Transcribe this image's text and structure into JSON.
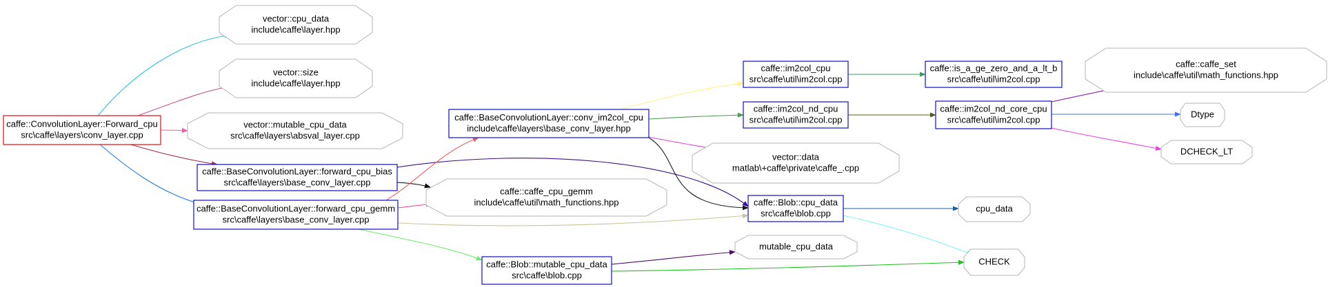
{
  "nodes": [
    {
      "id": "forward_cpu",
      "shape": "box",
      "color": "#e41a1c",
      "lines": [
        "caffe::ConvolutionLayer::Forward_cpu",
        "src\\caffe\\layers\\conv_layer.cpp"
      ]
    },
    {
      "id": "v_cpu_data",
      "shape": "oct",
      "color": "#b5b5b5",
      "lines": [
        "vector::cpu_data",
        "include\\caffe\\layer.hpp"
      ]
    },
    {
      "id": "v_size",
      "shape": "oct",
      "color": "#b5b5b5",
      "lines": [
        "vector::size",
        "include\\caffe\\layer.hpp"
      ]
    },
    {
      "id": "v_mutable",
      "shape": "oct",
      "color": "#b5b5b5",
      "lines": [
        "vector::mutable_cpu_data",
        "src\\caffe\\layers\\absval_layer.cpp"
      ]
    },
    {
      "id": "fwd_bias",
      "shape": "box",
      "color": "#1f1fcc",
      "lines": [
        "caffe::BaseConvolutionLayer::forward_cpu_bias",
        "src\\caffe\\layers\\base_conv_layer.cpp"
      ]
    },
    {
      "id": "fwd_gemm",
      "shape": "box",
      "color": "#1f1fcc",
      "lines": [
        "caffe::BaseConvolutionLayer::forward_cpu_gemm",
        "src\\caffe\\layers\\base_conv_layer.cpp"
      ]
    },
    {
      "id": "conv_im2col",
      "shape": "box",
      "color": "#1f1fcc",
      "lines": [
        "caffe::BaseConvolutionLayer::conv_im2col_cpu",
        "include\\caffe\\layers\\base_conv_layer.hpp"
      ]
    },
    {
      "id": "cpu_gemm",
      "shape": "oct",
      "color": "#b5b5b5",
      "lines": [
        "caffe::caffe_cpu_gemm",
        "include\\caffe\\util\\math_functions.hpp"
      ]
    },
    {
      "id": "mutable_blob",
      "shape": "box",
      "color": "#1f1fcc",
      "lines": [
        "caffe::Blob::mutable_cpu_data",
        "src\\caffe\\blob.cpp"
      ]
    },
    {
      "id": "im2col_cpu",
      "shape": "box",
      "color": "#1f1fcc",
      "lines": [
        "caffe::im2col_cpu",
        "src\\caffe\\util\\im2col.cpp"
      ]
    },
    {
      "id": "im2col_nd",
      "shape": "box",
      "color": "#1f1fcc",
      "lines": [
        "caffe::im2col_nd_cpu",
        "src\\caffe\\util\\im2col.cpp"
      ]
    },
    {
      "id": "vector_data",
      "shape": "oct",
      "color": "#b5b5b5",
      "lines": [
        "vector::data",
        "matlab\\+caffe\\private\\caffe_.cpp"
      ]
    },
    {
      "id": "blob_cpu",
      "shape": "box",
      "color": "#1f1fcc",
      "lines": [
        "caffe::Blob::cpu_data",
        "src\\caffe\\blob.cpp"
      ]
    },
    {
      "id": "mutable_cpu",
      "shape": "oct",
      "color": "#b5b5b5",
      "lines": [
        "mutable_cpu_data"
      ]
    },
    {
      "id": "is_a_ge",
      "shape": "box",
      "color": "#1f1fcc",
      "lines": [
        "caffe::is_a_ge_zero_and_a_lt_b",
        "src\\caffe\\util\\im2col.cpp"
      ]
    },
    {
      "id": "im2col_nd_core",
      "shape": "box",
      "color": "#1f1fcc",
      "lines": [
        "caffe::im2col_nd_core_cpu",
        "src\\caffe\\util\\im2col.cpp"
      ]
    },
    {
      "id": "cpu_data",
      "shape": "oct",
      "color": "#b5b5b5",
      "lines": [
        "cpu_data"
      ]
    },
    {
      "id": "check",
      "shape": "oct",
      "color": "#b5b5b5",
      "lines": [
        "CHECK"
      ]
    },
    {
      "id": "caffe_set",
      "shape": "oct",
      "color": "#b5b5b5",
      "lines": [
        "caffe::caffe_set",
        "include\\caffe\\util\\math_functions.hpp"
      ]
    },
    {
      "id": "dtype",
      "shape": "oct",
      "color": "#b5b5b5",
      "lines": [
        "Dtype"
      ]
    },
    {
      "id": "dcheck",
      "shape": "oct",
      "color": "#b5b5b5",
      "lines": [
        "DCHECK_LT"
      ]
    }
  ],
  "edges": [
    {
      "from": "forward_cpu",
      "to": "v_cpu_data",
      "color": "#27c3e6"
    },
    {
      "from": "forward_cpu",
      "to": "v_size",
      "color": "#c0578f"
    },
    {
      "from": "forward_cpu",
      "to": "v_mutable",
      "color": "#ef5fa7"
    },
    {
      "from": "forward_cpu",
      "to": "fwd_bias",
      "color": "#9c2f4a"
    },
    {
      "from": "forward_cpu",
      "to": "fwd_gemm",
      "color": "#1f7ae8"
    },
    {
      "from": "fwd_bias",
      "to": "cpu_gemm",
      "color": "#000000"
    },
    {
      "from": "fwd_bias",
      "to": "blob_cpu",
      "color": "#3b0f8c"
    },
    {
      "from": "fwd_gemm",
      "to": "conv_im2col",
      "color": "#f25a5a"
    },
    {
      "from": "fwd_gemm",
      "to": "cpu_gemm",
      "color": "#ef3f8f"
    },
    {
      "from": "fwd_gemm",
      "to": "blob_cpu",
      "color": "#c9c39a"
    },
    {
      "from": "fwd_gemm",
      "to": "mutable_blob",
      "color": "#6cf06c"
    },
    {
      "from": "conv_im2col",
      "to": "im2col_cpu",
      "color": "#fff28a"
    },
    {
      "from": "conv_im2col",
      "to": "im2col_nd",
      "color": "#4f9a4f"
    },
    {
      "from": "conv_im2col",
      "to": "vector_data",
      "color": "#ef3fcf"
    },
    {
      "from": "conv_im2col",
      "to": "blob_cpu",
      "color": "#1a1a1a"
    },
    {
      "from": "im2col_cpu",
      "to": "is_a_ge",
      "color": "#3f9a5f"
    },
    {
      "from": "im2col_nd",
      "to": "im2col_nd_core",
      "color": "#5a5a0f"
    },
    {
      "from": "im2col_nd_core",
      "to": "caffe_set",
      "color": "#9a1fb0"
    },
    {
      "from": "im2col_nd_core",
      "to": "dtype",
      "color": "#3f6fe6"
    },
    {
      "from": "im2col_nd_core",
      "to": "dcheck",
      "color": "#ef3fdf"
    },
    {
      "from": "blob_cpu",
      "to": "cpu_data",
      "color": "#1f5fa5"
    },
    {
      "from": "blob_cpu",
      "to": "check",
      "color": "#7ff5f5"
    },
    {
      "from": "mutable_blob",
      "to": "mutable_cpu",
      "color": "#4f0f5f"
    },
    {
      "from": "mutable_blob",
      "to": "check",
      "color": "#20c020"
    }
  ]
}
